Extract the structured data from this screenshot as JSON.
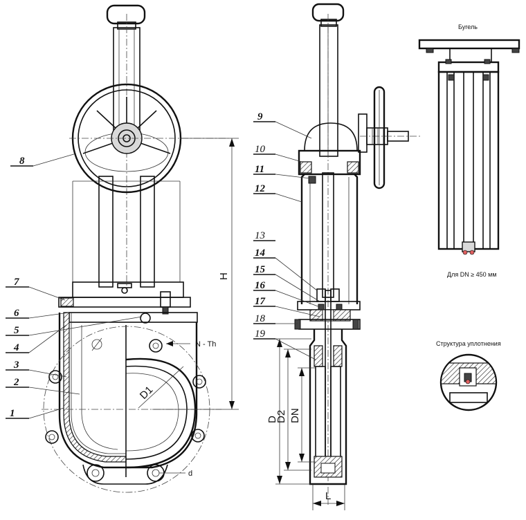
{
  "callouts_left": [
    "1",
    "2",
    "3",
    "4",
    "5",
    "6",
    "7",
    "8"
  ],
  "callouts_side": [
    "9",
    "10",
    "11",
    "12",
    "13",
    "14",
    "15",
    "16",
    "17",
    "18",
    "19"
  ],
  "dimensions": {
    "height": "H",
    "d1": "D1",
    "bolts": "N - Th",
    "hole": "d",
    "d": "D",
    "d2": "D2",
    "dn": "DN",
    "length": "L"
  },
  "bracket": {
    "title": "Бугель",
    "note": "Для DN ≥ 450 мм"
  },
  "seal": {
    "title": "Структура уплотнения"
  }
}
